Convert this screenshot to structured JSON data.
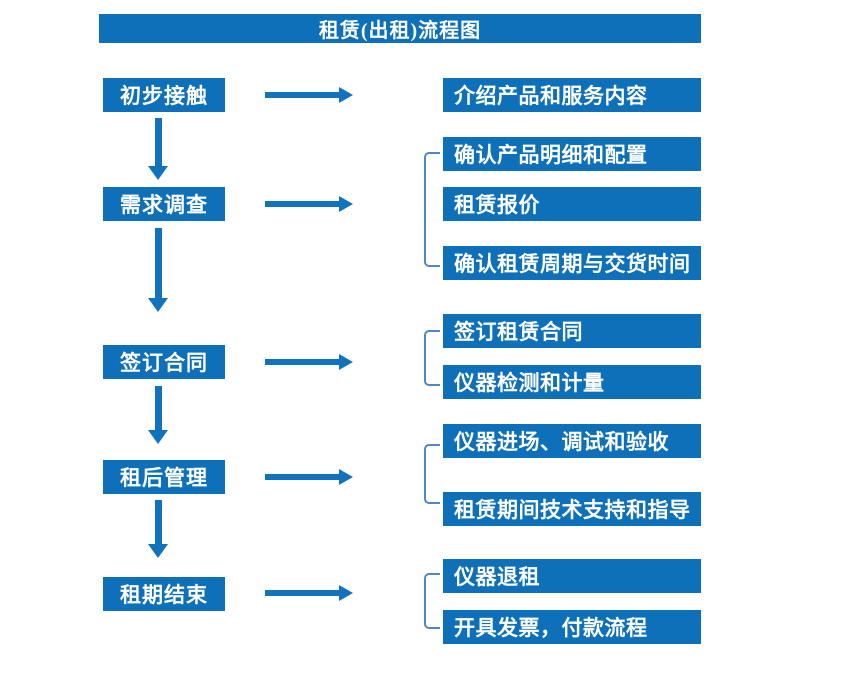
{
  "title": "租赁(出租)流程图",
  "colors": {
    "box": "#0e70b8",
    "arrow": "#1173be",
    "bracket": "#4f87c5",
    "text": "#ffffff",
    "background": "#ffffff"
  },
  "steps": [
    {
      "label": "初步接触",
      "outputs": [
        "介绍产品和服务内容"
      ]
    },
    {
      "label": "需求调查",
      "outputs": [
        "确认产品明细和配置",
        "租赁报价",
        "确认租赁周期与交货时间"
      ]
    },
    {
      "label": "签订合同",
      "outputs": [
        "签订租赁合同",
        "仪器检测和计量"
      ]
    },
    {
      "label": "租后管理",
      "outputs": [
        "仪器进场、调试和验收",
        "租赁期间技术支持和指导"
      ]
    },
    {
      "label": "租期结束",
      "outputs": [
        "仪器退租",
        "开具发票，付款流程"
      ]
    }
  ]
}
